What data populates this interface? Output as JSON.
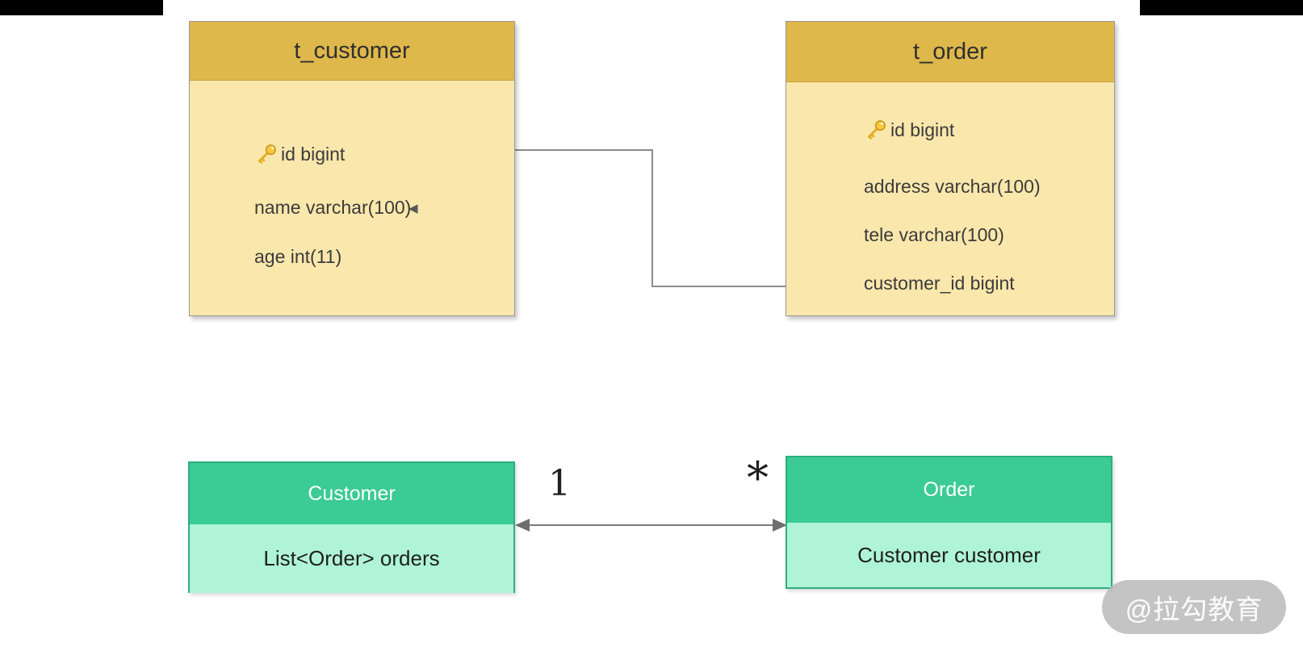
{
  "colors": {
    "er_header": "#DFB84B",
    "er_body": "#FAE7AC",
    "class_header": "#3BCB94",
    "class_body": "#AFF4D7",
    "class_border": "#2EAD7E",
    "connector": "#8B8B8B",
    "corner_bars": "#000000"
  },
  "er_tables": [
    {
      "title": "t_customer",
      "columns": [
        {
          "text": "id bigint",
          "primary_key": true
        },
        {
          "text": "name varchar(100)",
          "primary_key": false
        },
        {
          "text": "age int(11)",
          "primary_key": false
        }
      ]
    },
    {
      "title": "t_order",
      "columns": [
        {
          "text": "id bigint",
          "primary_key": true
        },
        {
          "text": "address varchar(100)",
          "primary_key": false
        },
        {
          "text": "tele varchar(100)",
          "primary_key": false
        },
        {
          "text": "customer_id bigint",
          "primary_key": false
        }
      ]
    }
  ],
  "uml_classes": [
    {
      "title": "Customer",
      "field": "List<Order> orders"
    },
    {
      "title": "Order",
      "field": "Customer customer"
    }
  ],
  "association": {
    "left_multiplicity": "1",
    "right_multiplicity": "*"
  },
  "watermark": {
    "text": "@拉勾教育"
  }
}
